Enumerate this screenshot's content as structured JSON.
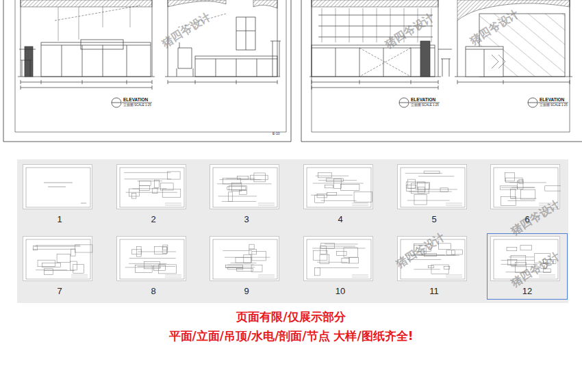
{
  "diagram": {
    "nodes": [
      {
        "text": [
          "1"
        ]
      },
      {
        "text": [
          "2"
        ]
      },
      {
        "text": [
          "3"
        ]
      },
      {
        "text": [
          "4"
        ]
      },
      {
        "text": [
          "5"
        ]
      },
      {
        "text": [
          "6"
        ]
      },
      {
        "text": [
          "7"
        ]
      },
      {
        "text": [
          "8"
        ]
      },
      {
        "text": [
          "9"
        ]
      },
      {
        "text": [
          "10"
        ]
      },
      {
        "text": [
          "11"
        ]
      },
      {
        "text": [
          "12"
        ]
      }
    ],
    "labels": [
      "ELEVATION",
      "立面图",
      "SCALE 1:25",
      "ELEVATION",
      "立面图",
      "SCALE 1:25",
      "ELEVATION",
      "立面图",
      "SCALE 1:25",
      "E-10",
      "猪四爷设计",
      "猪四爷设计",
      "猪四爷设计",
      "猪四爷设计",
      "猪四爷设计",
      "猪四爷设计",
      "页面有限/仅展示部分",
      "平面/立面/吊顶/水电/剖面/节点 大样/图纸齐全!"
    ]
  }
}
